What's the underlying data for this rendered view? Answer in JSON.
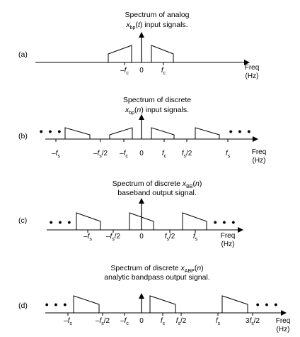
{
  "panels": [
    {
      "label": "(a)",
      "title": [
        [
          {
            "t": "Spectrum of analog"
          }
        ],
        [
          {
            "t": "x",
            "i": true
          },
          {
            "t": "bp",
            "sub": true
          },
          {
            "t": "("
          },
          {
            "t": "t",
            "i": true
          },
          {
            "t": ") input signals."
          }
        ]
      ],
      "ticks": [
        "–f_c",
        "0",
        "f_c"
      ],
      "freq_label": [
        "Freq",
        "(Hz)"
      ],
      "dots": false
    },
    {
      "label": "(b)",
      "title": [
        [
          {
            "t": "Spectrum of discrete"
          }
        ],
        [
          {
            "t": "x",
            "i": true
          },
          {
            "t": "bp",
            "sub": true
          },
          {
            "t": "("
          },
          {
            "t": "n",
            "i": true
          },
          {
            "t": ") input signals."
          }
        ]
      ],
      "ticks": [
        "–f_s",
        "–f_s/2",
        "–f_c",
        "0",
        "f_c",
        "f_s/2",
        "f_s"
      ],
      "freq_label": [
        "Freq",
        "(Hz)"
      ],
      "dots": true
    },
    {
      "label": "(c)",
      "title": [
        [
          {
            "t": "Spectrum of discrete "
          },
          {
            "t": "x",
            "i": true
          },
          {
            "t": "BB",
            "sub": true
          },
          {
            "t": "("
          },
          {
            "t": "n",
            "i": true
          },
          {
            "t": ")"
          }
        ],
        [
          {
            "t": "baseband output signal."
          }
        ]
      ],
      "ticks": [
        "–f_s",
        "–f_s/2",
        "0",
        "f_s/2",
        "f_s"
      ],
      "freq_label": [
        "Freq",
        "(Hz)"
      ],
      "dots": true
    },
    {
      "label": "(d)",
      "title": [
        [
          {
            "t": "Spectrum of discrete "
          },
          {
            "t": "x",
            "i": true
          },
          {
            "t": "ABP",
            "sub": true
          },
          {
            "t": "("
          },
          {
            "t": "n",
            "i": true
          },
          {
            "t": ")"
          }
        ],
        [
          {
            "t": "analytic bandpass output signal."
          }
        ]
      ],
      "ticks": [
        "–f_s",
        "–f_s/2",
        "–f_c",
        "0",
        "f_c",
        "f_s/2",
        "f_s",
        "3f_s/2"
      ],
      "freq_label": [
        "Freq",
        "(Hz)"
      ],
      "dots": true
    }
  ],
  "dots_text": "• • •"
}
